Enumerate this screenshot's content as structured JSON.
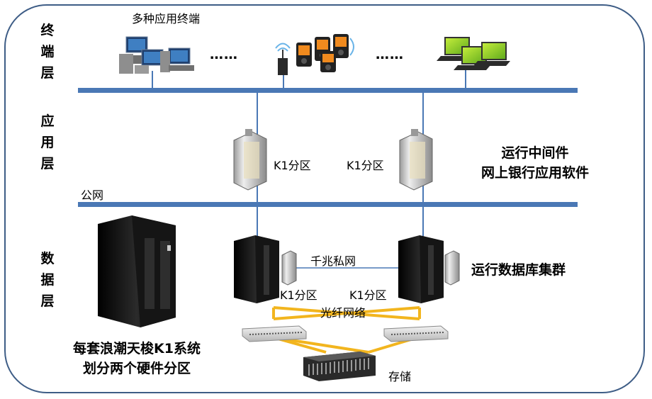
{
  "layers": {
    "terminal": "终端层",
    "application": "应用层",
    "data": "数据层"
  },
  "labels": {
    "terminals": "多种应用终端",
    "public_net": "公网",
    "k1_app_left": "K1分区",
    "k1_app_right": "K1分区",
    "app_desc_line1": "运行中间件",
    "app_desc_line2": "网上银行应用软件",
    "private_net": "千兆私网",
    "k1_db_left": "K1分区",
    "k1_db_right": "K1分区",
    "db_desc": "运行数据库集群",
    "fiber_net": "光纤网络",
    "storage": "存储",
    "system_line1": "每套浪潮天梭K1系统",
    "system_line2": "划分两个硬件分区",
    "dots_left": "……",
    "dots_right": "……"
  },
  "icons": [
    "desktop-computer-icon",
    "wireless-router-icon",
    "mobile-device-icon",
    "laptop-icon",
    "blade-server-icon",
    "rack-server-icon",
    "fc-switch-icon",
    "storage-array-icon"
  ],
  "colors": {
    "frame": "#3e5d86",
    "bus": "#4a78b5",
    "fiber": "#f2b51e"
  }
}
